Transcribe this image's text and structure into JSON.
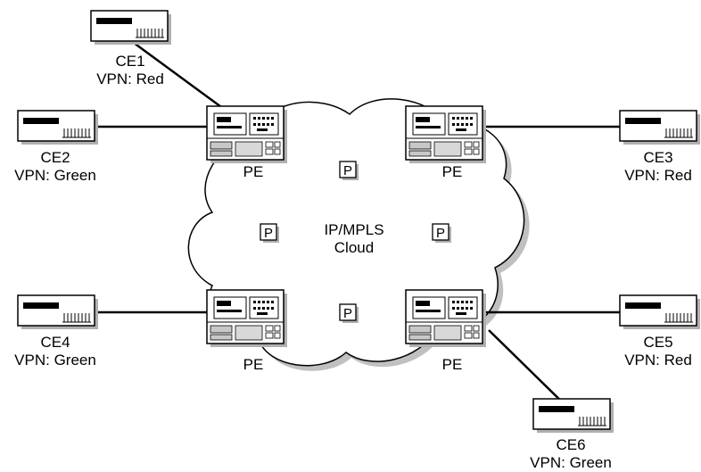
{
  "cloud": {
    "line1": "IP/MPLS",
    "line2": "Cloud"
  },
  "p_label": "P",
  "pe_label": "PE",
  "ce": [
    {
      "name": "CE1",
      "vpn": "VPN: Red"
    },
    {
      "name": "CE2",
      "vpn": "VPN: Green"
    },
    {
      "name": "CE3",
      "vpn": "VPN: Red"
    },
    {
      "name": "CE4",
      "vpn": "VPN: Green"
    },
    {
      "name": "CE5",
      "vpn": "VPN: Red"
    },
    {
      "name": "CE6",
      "vpn": "VPN: Green"
    }
  ]
}
